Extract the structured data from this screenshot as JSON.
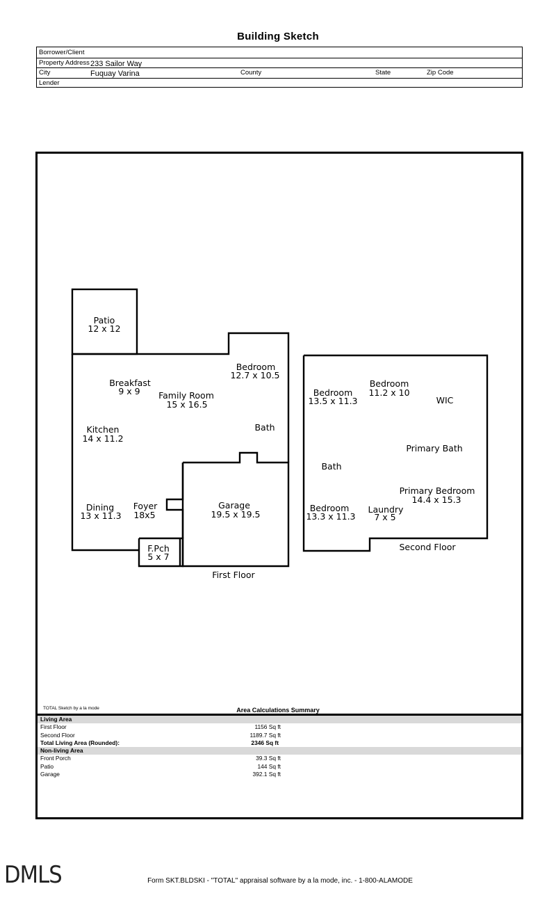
{
  "title": "Building Sketch",
  "header": {
    "borrower_label": "Borrower/Client",
    "property_address_label": "Property Address",
    "property_address": "233 Sailor Way",
    "city_label": "City",
    "city": "Fuquay Varina",
    "county_label": "County",
    "state_label": "State",
    "zip_label": "Zip Code",
    "lender_label": "Lender"
  },
  "sketch": {
    "first_floor_label": "First Floor",
    "second_floor_label": "Second Floor",
    "first_floor_rooms": [
      {
        "name": "Patio",
        "size": "12 x 12"
      },
      {
        "name": "Breakfast",
        "size": "9 x 9"
      },
      {
        "name": "Family Room",
        "size": "15 x 16.5"
      },
      {
        "name": "Bedroom",
        "size": "12.7 x 10.5"
      },
      {
        "name": "Kitchen",
        "size": "14 x 11.2"
      },
      {
        "name": "Bath",
        "size": ""
      },
      {
        "name": "Garage",
        "size": "19.5 x 19.5"
      },
      {
        "name": "Dining",
        "size": "13 x 11.3"
      },
      {
        "name": "Foyer",
        "size": "18x5"
      },
      {
        "name": "F.Pch",
        "size": "5 x 7"
      }
    ],
    "second_floor_rooms": [
      {
        "name": "Bedroom",
        "size": "13.5 x 11.3"
      },
      {
        "name": "Bedroom",
        "size": "11.2 x 10"
      },
      {
        "name": "WIC",
        "size": ""
      },
      {
        "name": "Primary Bath",
        "size": ""
      },
      {
        "name": "Bath",
        "size": ""
      },
      {
        "name": "Primary Bedroom",
        "size": "14.4 x 15.3"
      },
      {
        "name": "Bedroom",
        "size": "13.3 x 11.3"
      },
      {
        "name": "Laundry",
        "size": "7 x 5"
      }
    ]
  },
  "credit": "TOTAL Sketch by a la mode",
  "summary": {
    "title": "Area Calculations Summary",
    "living_area_label": "Living Area",
    "living_rows": [
      {
        "name": "First Floor",
        "value": "1156 Sq ft"
      },
      {
        "name": "Second Floor",
        "value": "1189.7 Sq ft"
      }
    ],
    "total_label": "Total Living Area (Rounded):",
    "total_value": "2346 Sq ft",
    "non_living_label": "Non-living Area",
    "non_living_rows": [
      {
        "name": "Front Porch",
        "value": "39.3 Sq ft"
      },
      {
        "name": "Patio",
        "value": "144 Sq ft"
      },
      {
        "name": "Garage",
        "value": "392.1 Sq ft"
      }
    ]
  },
  "watermark": "DMLS",
  "footer": "Form SKT.BLDSKI - \"TOTAL\" appraisal software by a la mode, inc. - 1-800-ALAMODE"
}
